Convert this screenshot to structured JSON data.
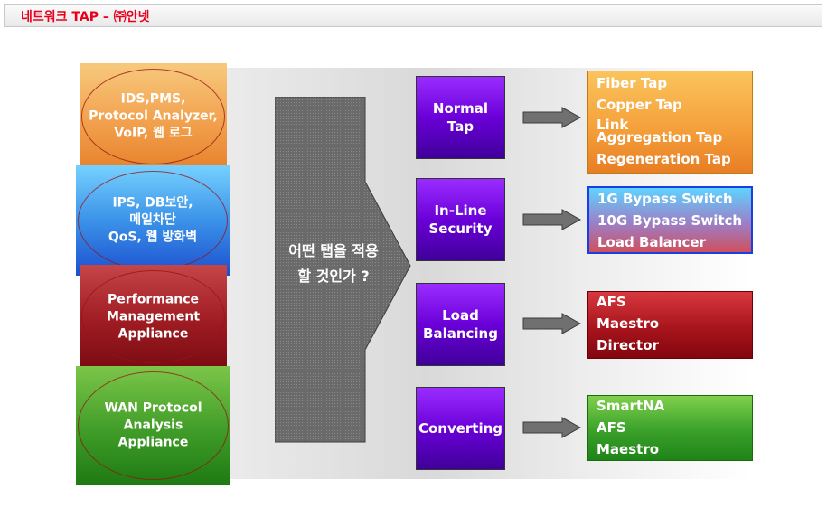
{
  "title": "네트워크  TAP – ㈜안넷",
  "left_boxes": [
    {
      "lines": [
        "IDS,PMS,",
        "Protocol Analyzer,",
        "VoIP, 웹 로그"
      ]
    },
    {
      "lines": [
        "IPS, DB보안,",
        "메일차단",
        "QoS, 웹 방화벽"
      ]
    },
    {
      "lines": [
        "Performance",
        "Management",
        "Appliance"
      ]
    },
    {
      "lines": [
        "WAN Protocol",
        "Analysis",
        "Appliance"
      ]
    }
  ],
  "center": {
    "line1": "어떤 탭을 적용",
    "line2": "할 것인가 ?"
  },
  "tap_types": [
    {
      "lines": [
        "Normal",
        "Tap"
      ]
    },
    {
      "lines": [
        "In-Line",
        "Security"
      ]
    },
    {
      "lines": [
        "Load",
        "Balancing"
      ]
    },
    {
      "lines": [
        "Converting"
      ]
    }
  ],
  "products": [
    {
      "items": [
        "Fiber Tap",
        "Copper Tap",
        "Link Aggregation Tap",
        "Regeneration Tap"
      ]
    },
    {
      "items": [
        "1G Bypass Switch",
        "10G Bypass Switch",
        "Load Balancer"
      ]
    },
    {
      "items": [
        "AFS",
        "Maestro",
        "Director"
      ]
    },
    {
      "items": [
        "SmartNA",
        "AFS",
        "Maestro"
      ]
    }
  ],
  "colors": {
    "title_red": "#e8001c",
    "arrow_gray": "#707070",
    "tap_purple": "#6a00d8"
  }
}
